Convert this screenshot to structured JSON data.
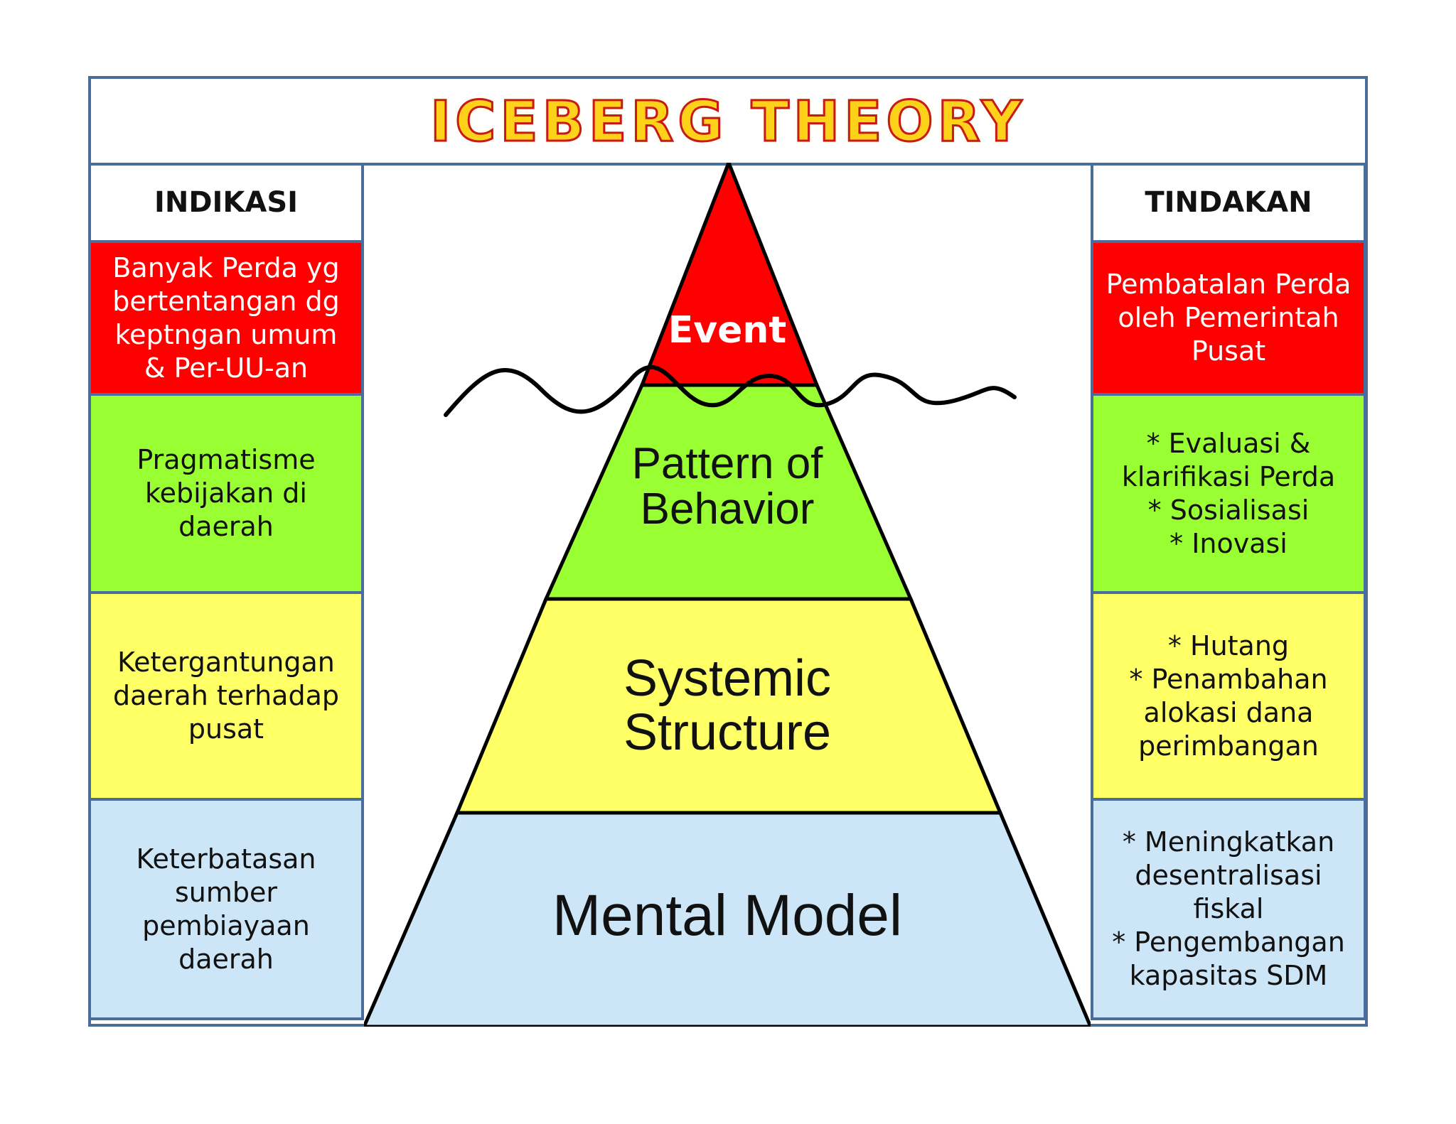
{
  "title": "ICEBERG THEORY",
  "colors": {
    "frame": "#4a6d9c",
    "red": "#ff0000",
    "green": "#99ff33",
    "yellow": "#ffff66",
    "blue": "#cce6f8",
    "title_fill": "#ffd21a",
    "title_outline": "#c8181b"
  },
  "left": {
    "header": "INDIKASI",
    "items": [
      "Banyak Perda yg\nbertentangan dg\nkeptngan umum\n& Per-UU-an",
      "Pragmatisme\nkebijakan di\ndaerah",
      "Ketergantungan\ndaerah terhadap\npusat",
      "Keterbatasan\nsumber\npembiayaan\ndaerah"
    ]
  },
  "right": {
    "header": "TINDAKAN",
    "items": [
      "Pembatalan Perda\noleh Pemerintah\nPusat",
      "* Evaluasi &\nklarifikasi Perda\n* Sosialisasi\n* Inovasi",
      "* Hutang\n* Penambahan\nalokasi dana\nperimbangan",
      "* Meningkatkan\ndesentralisasi\nfiskal\n* Pengembangan\nkapasitas SDM"
    ]
  },
  "pyramid": {
    "levels": [
      "Event",
      "Pattern of\nBehavior",
      "Systemic\nStructure",
      "Mental Model"
    ]
  }
}
